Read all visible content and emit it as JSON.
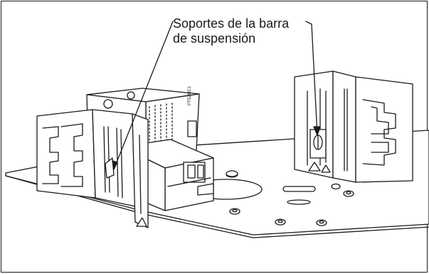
{
  "callout": {
    "line1": "Soportes de la barra",
    "line2": "de suspensión"
  },
  "housing_label": "PT52MC1"
}
